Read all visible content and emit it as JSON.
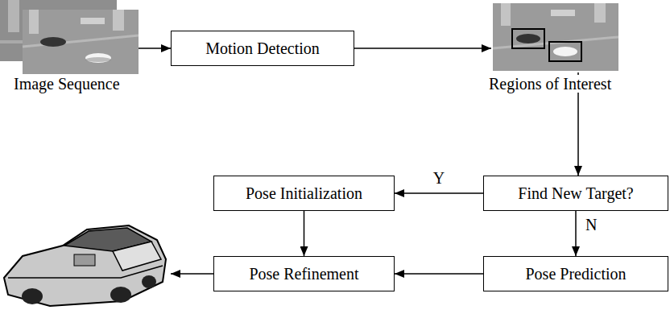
{
  "diagram": {
    "nodes": [
      {
        "text": [
          "Motion Detection"
        ]
      },
      {
        "text": [
          "Pose Initialization"
        ]
      },
      {
        "text": [
          "Find New Target?"
        ]
      },
      {
        "text": [
          "Pose Refinement"
        ]
      },
      {
        "text": [
          "Pose Prediction"
        ]
      }
    ],
    "edges": [
      {
        "from": 2,
        "to": 1,
        "arrow": "to",
        "label": "Y"
      },
      {
        "from": 2,
        "to": 4,
        "arrow": "to",
        "label": "N"
      },
      {
        "from": 1,
        "to": 3,
        "arrow": "to"
      },
      {
        "from": 4,
        "to": 3,
        "arrow": "to"
      }
    ],
    "labels": [
      "Image Sequence",
      "Regions of Interest"
    ]
  }
}
